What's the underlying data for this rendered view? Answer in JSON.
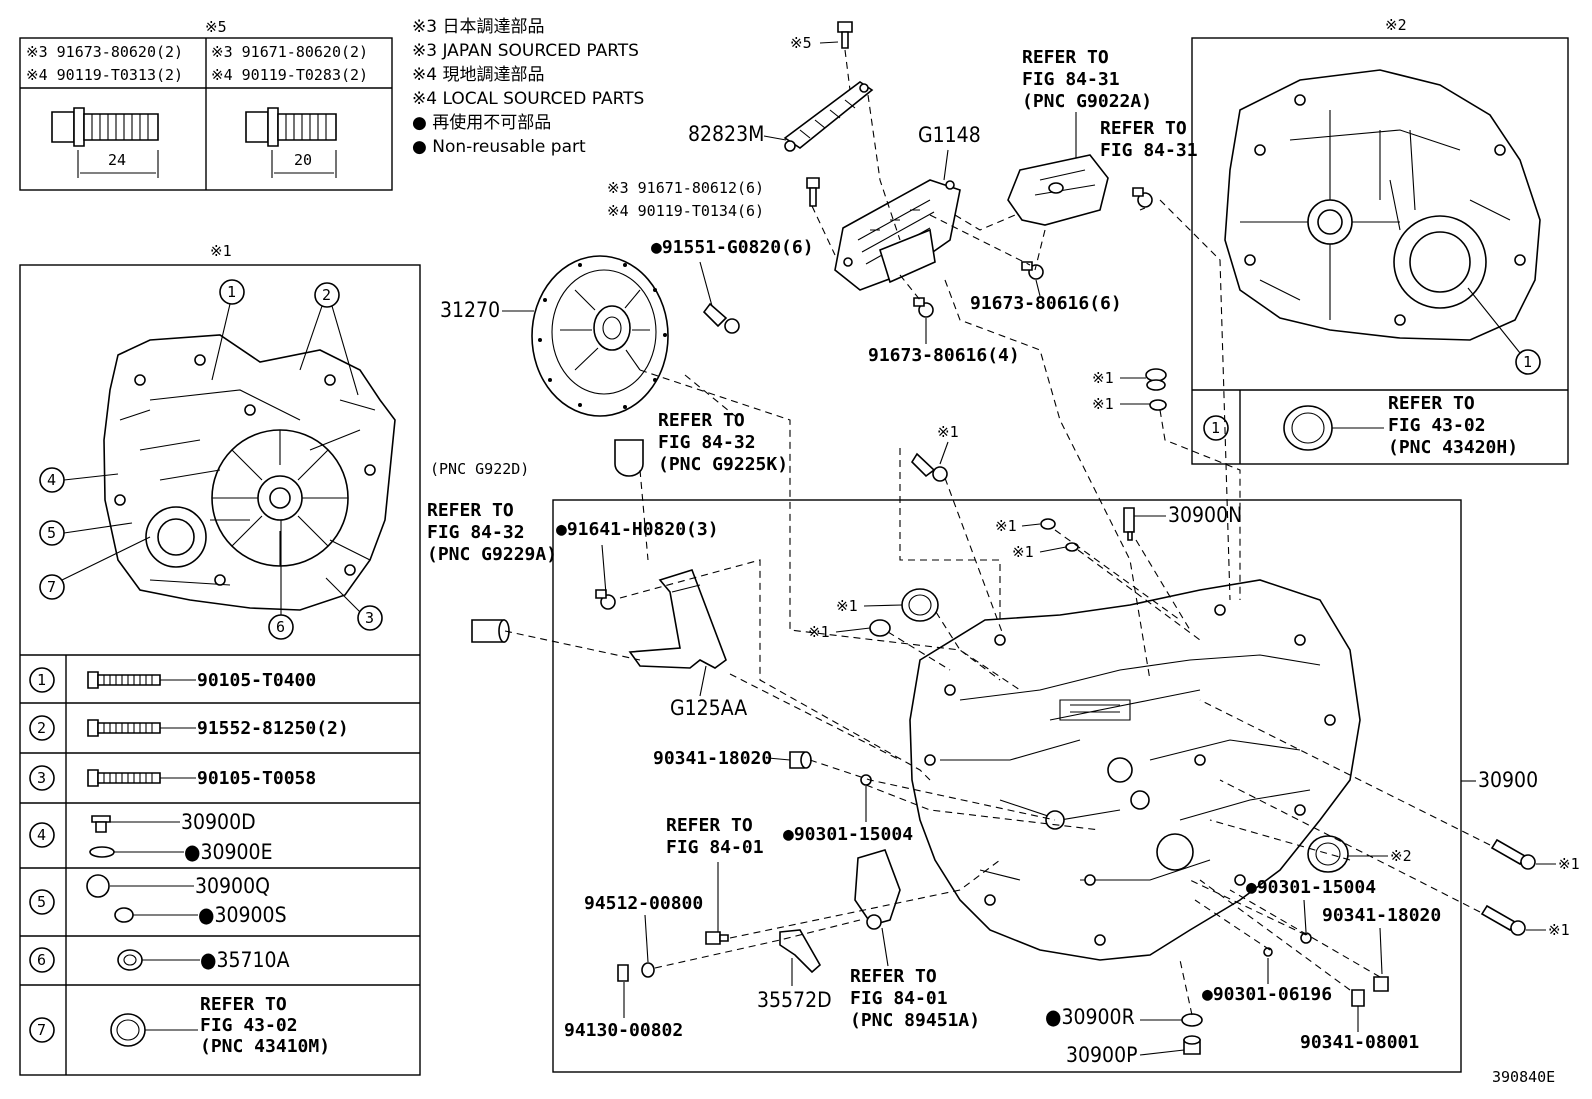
{
  "legend": {
    "lines": [
      {
        "mark": "※3",
        "text": "日本調達部品"
      },
      {
        "mark": "※3",
        "text": "JAPAN SOURCED PARTS"
      },
      {
        "mark": "※4",
        "text": "現地調達部品"
      },
      {
        "mark": "※4",
        "text": "LOCAL SOURCED PARTS"
      },
      {
        "mark": "●",
        "text": "再使用不可部品"
      },
      {
        "mark": "●",
        "text": "Non-reusable part"
      }
    ]
  },
  "box5": {
    "title": "※5",
    "left_line1": "※3 91673-80620(2)",
    "left_line2": "※4 90119-T0313(2)",
    "right_line1": "※3 91671-80620(2)",
    "right_line2": "※4 90119-T0283(2)",
    "left_dim": "24",
    "right_dim": "20"
  },
  "box1": {
    "title": "※1",
    "callouts": [
      "1",
      "2",
      "3",
      "4",
      "5",
      "6",
      "7"
    ],
    "rows": [
      {
        "num": "1",
        "part": "90105-T0400"
      },
      {
        "num": "2",
        "part": "91552-81250(2)"
      },
      {
        "num": "3",
        "part": "90105-T0058"
      },
      {
        "num": "4",
        "part_a": "30900D",
        "part_b": "●30900E"
      },
      {
        "num": "5",
        "part_a": "30900Q",
        "part_b": "●30900S"
      },
      {
        "num": "6",
        "part": "●35710A"
      },
      {
        "num": "7",
        "ref1": "REFER TO",
        "ref2": "FIG 43-02",
        "ref3": "(PNC 43410M)"
      }
    ]
  },
  "box2": {
    "title": "※2",
    "callout": "1",
    "row_num": "1",
    "ref1": "REFER TO",
    "ref2": "FIG 43-02",
    "ref3": "(PNC 43420H)"
  },
  "labels": {
    "p82823M": "82823M",
    "mark5": "※5",
    "g1148": "G1148",
    "refer_g9022a_1": "REFER TO",
    "refer_g9022a_2": "FIG 84-31",
    "refer_g9022a_3": "(PNC G9022A)",
    "refer_8431_1": "REFER TO",
    "refer_8431_2": "FIG 84-31",
    "bolt6_a": "※3 91671-80612(6)",
    "bolt6_b": "※4 90119-T0134(6)",
    "p91551": "●91551-G0820(6)",
    "p31270": "31270",
    "p91673_6": "91673-80616(6)",
    "p91673_4": "91673-80616(4)",
    "refer_g9225k_1": "REFER TO",
    "refer_g9225k_2": "FIG 84-32",
    "refer_g9225k_3": "(PNC G9225K)",
    "pnc_g922d": "(PNC G922D)",
    "refer_g9229a_1": "REFER TO",
    "refer_g9229a_2": "FIG 84-32",
    "refer_g9229a_3": "(PNC G9229A)",
    "p91641": "●91641-H0820(3)",
    "g125aa": "G125AA",
    "p90341_18020a": "90341-18020",
    "p90301_15004a": "●90301-15004",
    "refer_8401a_1": "REFER TO",
    "refer_8401a_2": "FIG 84-01",
    "p94512": "94512-00800",
    "p94130": "94130-00802",
    "p35572d": "35572D",
    "refer_89451a_1": "REFER TO",
    "refer_89451a_2": "FIG 84-01",
    "refer_89451a_3": "(PNC 89451A)",
    "p30900n": "30900N",
    "p30900": "30900",
    "p90301_15004b": "●90301-15004",
    "p90341_18020b": "90341-18020",
    "p90301_06196": "●90301-06196",
    "p30900r": "●30900R",
    "p30900p": "30900P",
    "p90341_08001": "90341-08001",
    "m1_a": "※1",
    "m1_b": "※1",
    "m1_c": "※1",
    "m1_d": "※1",
    "m1_e": "※1",
    "m1_f": "※1",
    "m1_g": "※1",
    "m1_h": "※1",
    "m1_i": "※1",
    "m1_j": "※1",
    "m2": "※2",
    "code": "390840E"
  }
}
